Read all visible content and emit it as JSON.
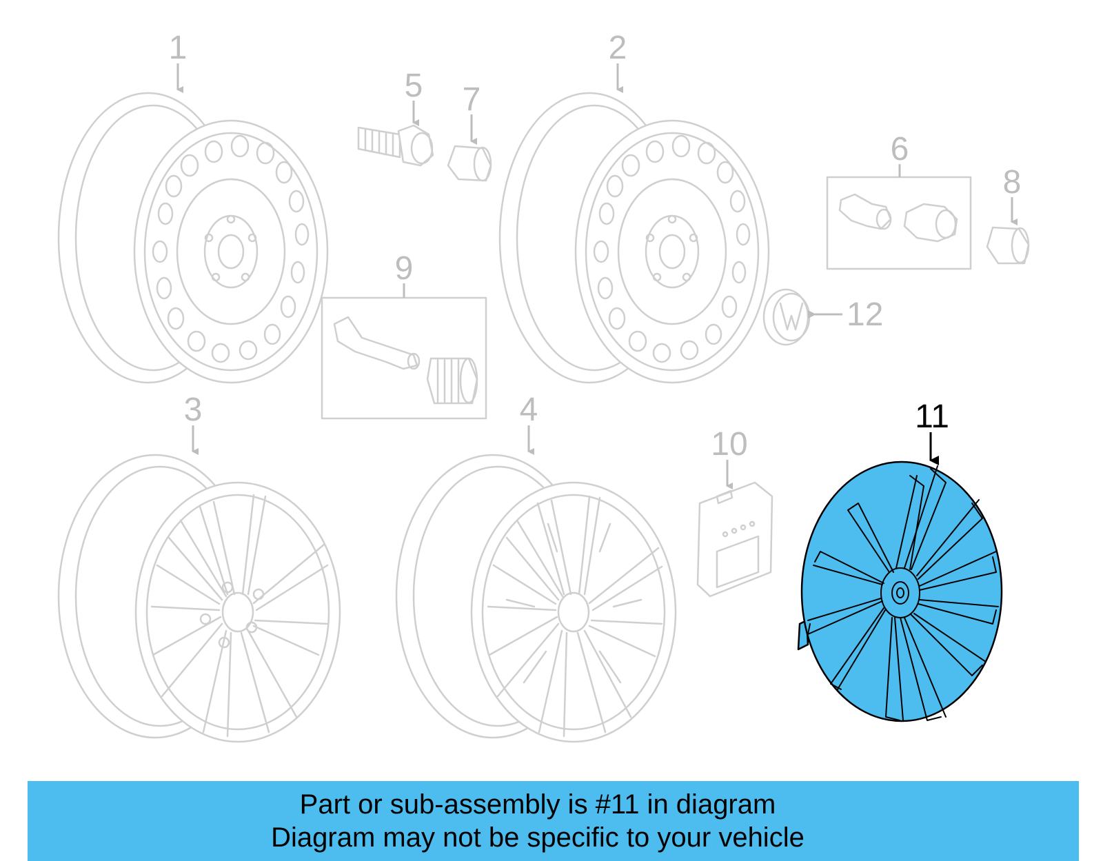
{
  "callouts": {
    "c1": "1",
    "c2": "2",
    "c3": "3",
    "c4": "4",
    "c5": "5",
    "c6": "6",
    "c7": "7",
    "c8": "8",
    "c9": "9",
    "c10": "10",
    "c11": "11",
    "c12": "12"
  },
  "highlighted_part": "11",
  "colors": {
    "highlight": "#4dbdf0",
    "faded": "#cfcfcf",
    "banner": "#4dbdf0"
  },
  "banner": {
    "line1": "Part or sub-assembly is #11 in diagram",
    "line2": "Diagram may not be specific to your vehicle"
  }
}
